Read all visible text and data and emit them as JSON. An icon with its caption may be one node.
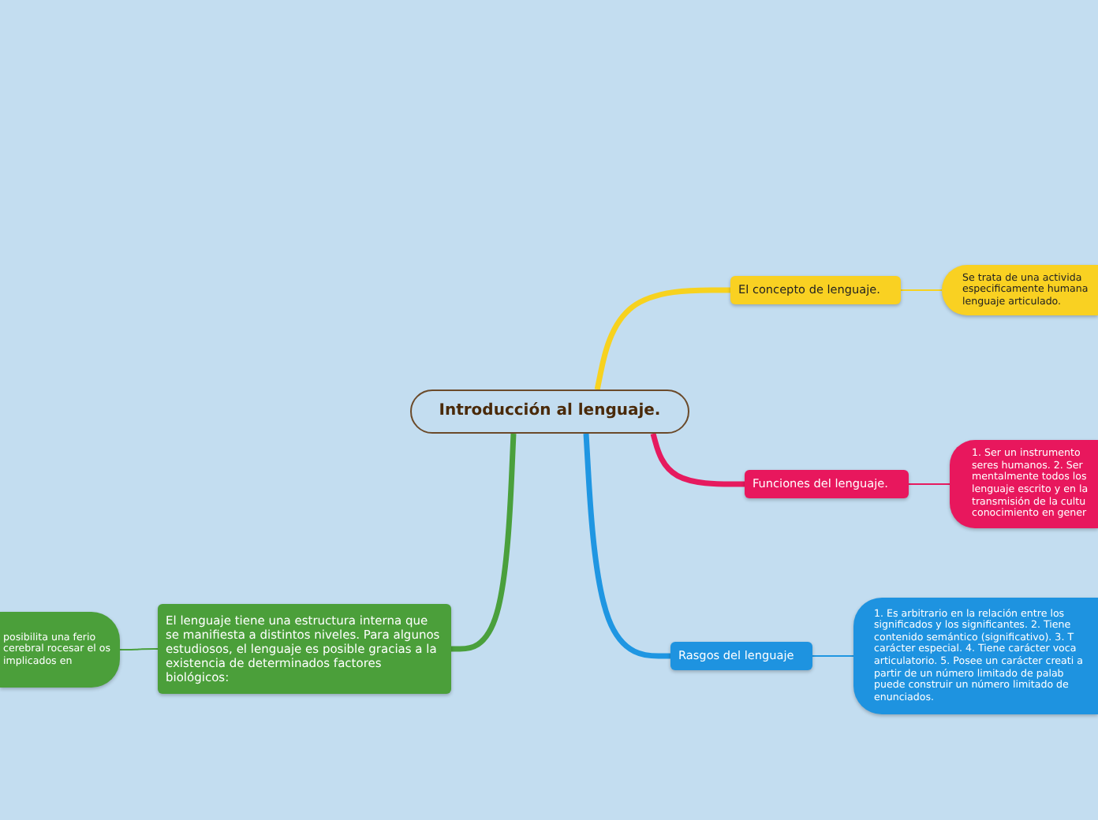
{
  "diagram": {
    "nodes": [
      {
        "text": [
          "Introducción al lenguaje."
        ]
      },
      {
        "text": [
          "El concepto de lenguaje."
        ]
      },
      {
        "text": [
          "Se trata de una activida especificamente humana lenguaje articulado."
        ]
      },
      {
        "text": [
          "Funciones del lenguaje."
        ]
      },
      {
        "text": [
          "1. Ser un instrumento seres humanos. 2. Ser mentalmente todos los lenguaje escrito y en la transmisión de la cultu conocimiento en gener"
        ]
      },
      {
        "text": [
          "Rasgos del lenguaje"
        ]
      },
      {
        "text": [
          "1. Es arbitrario en la relación entre los significados y los significantes. 2. Tiene contenido semántico (significativo). 3. T carácter especial. 4. Tiene carácter voca articulatorio. 5. Posee un carácter creati a partir de un número limitado de palab puede construir un número limitado de enunciados."
        ]
      },
      {
        "text": [
          "El lenguaje tiene una estructura interna que se manifiesta a distintos niveles. Para algunos estudiosos, el lenguaje es posible gracias a la existencia de determinados factores biológicos:"
        ]
      },
      {
        "text": [
          "posibilita una ferio cerebral rocesar el os implicados en"
        ]
      }
    ],
    "edges": [
      {
        "from": 0,
        "to": 1,
        "arrow": "none",
        "style": "thick",
        "color": "#f7d21f"
      },
      {
        "from": 1,
        "to": 2,
        "arrow": "none",
        "color": "#f7d21f"
      },
      {
        "from": 0,
        "to": 3,
        "arrow": "none",
        "style": "thick",
        "color": "#e61a5f"
      },
      {
        "from": 3,
        "to": 4,
        "arrow": "none",
        "color": "#e61a5f"
      },
      {
        "from": 0,
        "to": 5,
        "arrow": "none",
        "style": "thick",
        "color": "#1f96e2"
      },
      {
        "from": 5,
        "to": 6,
        "arrow": "none",
        "color": "#1f96e2"
      },
      {
        "from": 0,
        "to": 7,
        "arrow": "none",
        "style": "thick",
        "color": "#4aa03c"
      },
      {
        "from": 7,
        "to": 8,
        "arrow": "none",
        "color": "#4aa03c"
      }
    ]
  }
}
